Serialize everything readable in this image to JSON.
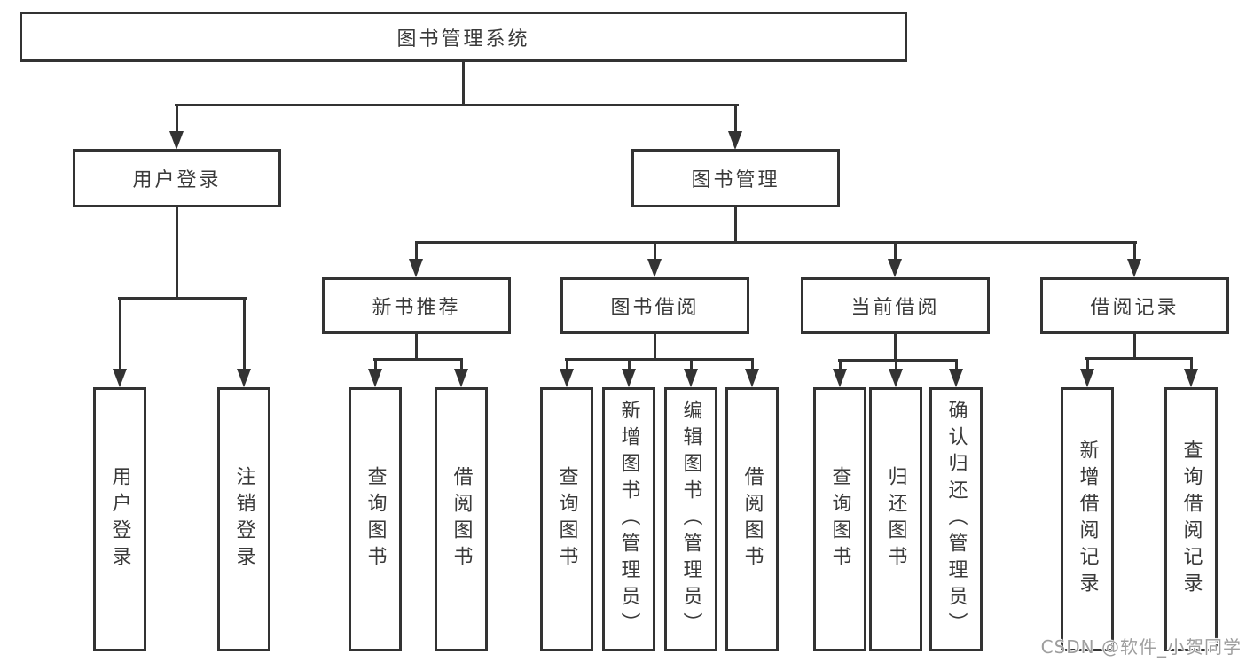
{
  "diagram": {
    "root": {
      "label": "图书管理系统"
    },
    "children": [
      {
        "label": "用户登录",
        "children": [
          {
            "label": "用户登录"
          },
          {
            "label": "注销登录"
          }
        ]
      },
      {
        "label": "图书管理",
        "children": [
          {
            "label": "新书推荐",
            "children": [
              {
                "label": "查询图书"
              },
              {
                "label": "借阅图书"
              }
            ]
          },
          {
            "label": "图书借阅",
            "children": [
              {
                "label": "查询图书"
              },
              {
                "label": "新增图书（管理员）"
              },
              {
                "label": "编辑图书（管理员）"
              },
              {
                "label": "借阅图书"
              }
            ]
          },
          {
            "label": "当前借阅",
            "children": [
              {
                "label": "查询图书"
              },
              {
                "label": "归还图书"
              },
              {
                "label": "确认归还（管理员）"
              }
            ]
          },
          {
            "label": "借阅记录",
            "children": [
              {
                "label": "新增借阅记录"
              },
              {
                "label": "查询借阅记录"
              }
            ]
          }
        ]
      }
    ]
  },
  "watermark": "CSDN @软件_小贺同学",
  "colors": {
    "line": "#333333",
    "text": "#3a3a3a",
    "background": "#ffffff",
    "watermark": "#9e9e9e"
  }
}
